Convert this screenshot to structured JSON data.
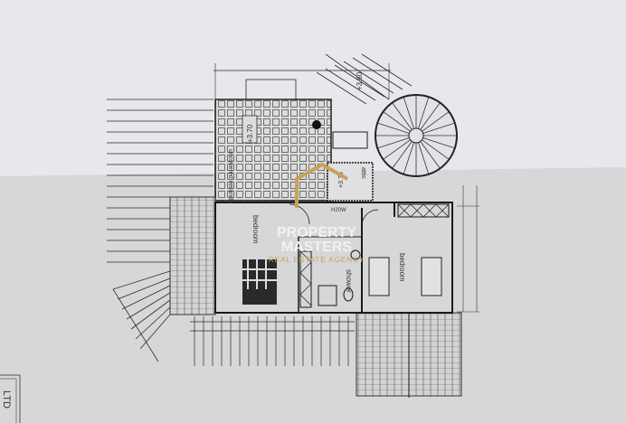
{
  "plan": {
    "rooms": {
      "veranda": "uncovered veranda",
      "attic": "attic",
      "bedroom_left": "bedroom",
      "shower": "shower",
      "bedroom_right": "bedroom",
      "water_heater": "H20W"
    },
    "levels": {
      "stair_landing": "+3.60",
      "veranda": "+3.70",
      "attic": "+3.75"
    }
  },
  "watermark": {
    "line1": "PROPERTY",
    "line2": "MASTERS",
    "line3": "REAL ESTATE AGENCY"
  },
  "edge_text": "LTD",
  "colors": {
    "paper_top": "#e6e8ec",
    "paper_bottom": "#d6d7d9",
    "ink": "#2a2a2a",
    "watermark_gold": "#c8a25a"
  }
}
